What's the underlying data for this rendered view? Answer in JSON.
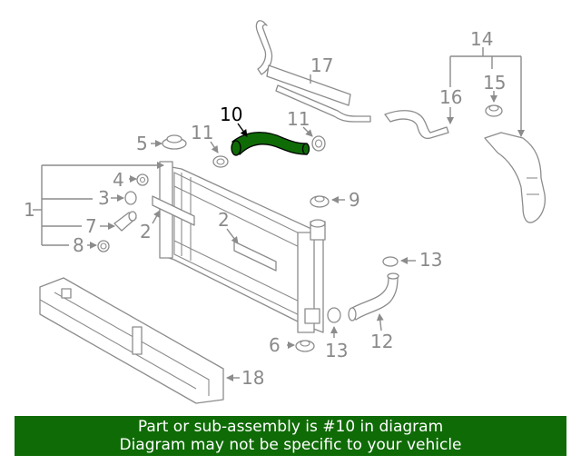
{
  "highlight_color": "#0f6b06",
  "part_color": "#8c8c8c",
  "callouts": {
    "c1": "1",
    "c2a": "2",
    "c2b": "2",
    "c3": "3",
    "c4": "4",
    "c5": "5",
    "c6": "6",
    "c7": "7",
    "c8": "8",
    "c9": "9",
    "c10": "10",
    "c11a": "11",
    "c11b": "11",
    "c12": "12",
    "c13a": "13",
    "c13b": "13",
    "c14": "14",
    "c15": "15",
    "c16": "16",
    "c17": "17",
    "c18": "18"
  },
  "banner": {
    "line1": "Part or sub-assembly is #10 in diagram",
    "line2": "Diagram may not be specific to your vehicle"
  }
}
